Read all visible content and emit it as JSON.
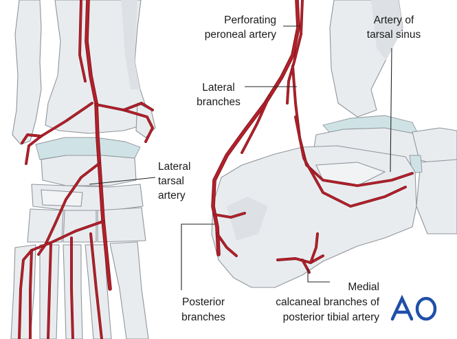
{
  "labels": {
    "perforating_peroneal_artery": [
      "Perforating",
      "peroneal artery"
    ],
    "artery_of_tarsal_sinus": [
      "Artery of",
      "tarsal sinus"
    ],
    "lateral_branches": [
      "Lateral",
      "branches"
    ],
    "lateral_tarsal_artery": [
      "Lateral",
      "tarsal",
      "artery"
    ],
    "posterior_branches": [
      "Posterior",
      "branches"
    ],
    "medial_calcaneal_branches": [
      "Medial",
      "calcaneal branches of",
      "posterior tibial artery"
    ]
  },
  "logo": {
    "text": "AO",
    "color": "#1f4fa8"
  },
  "colors": {
    "artery": "#b3202a",
    "bone": "#e9ecef",
    "cartilage": "#cfe3e6"
  }
}
